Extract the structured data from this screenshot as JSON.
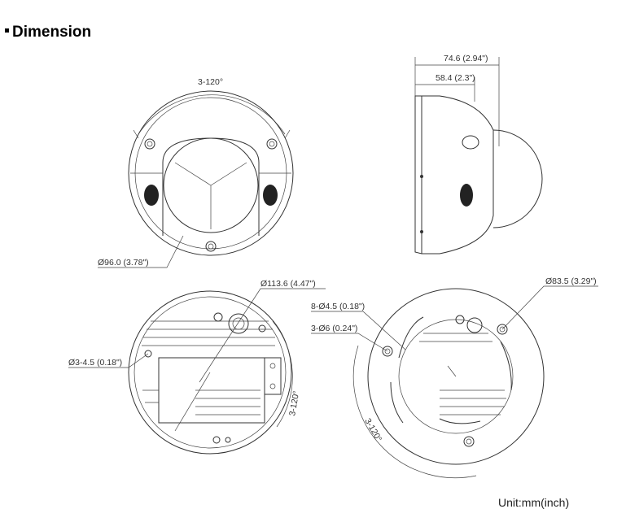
{
  "title": "Dimension",
  "labels": {
    "top_angle": "3-120°",
    "diameter_front": "Ø96.0 (3.78\")",
    "depth_total": "74.6 (2.94\")",
    "depth_body": "58.4 (2.3\")",
    "diameter_base": "Ø113.6 (4.47\")",
    "hole_small": "Ø3-4.5 (0.18\")",
    "angle_base": "3-120°",
    "holes_8": "8-Ø4.5 (0.18\")",
    "holes_3": "3-Ø6 (0.24\")",
    "diameter_mount": "Ø83.5 (3.29\")",
    "angle_mount": "3-120°"
  },
  "unit": "Unit:mm(inch)"
}
